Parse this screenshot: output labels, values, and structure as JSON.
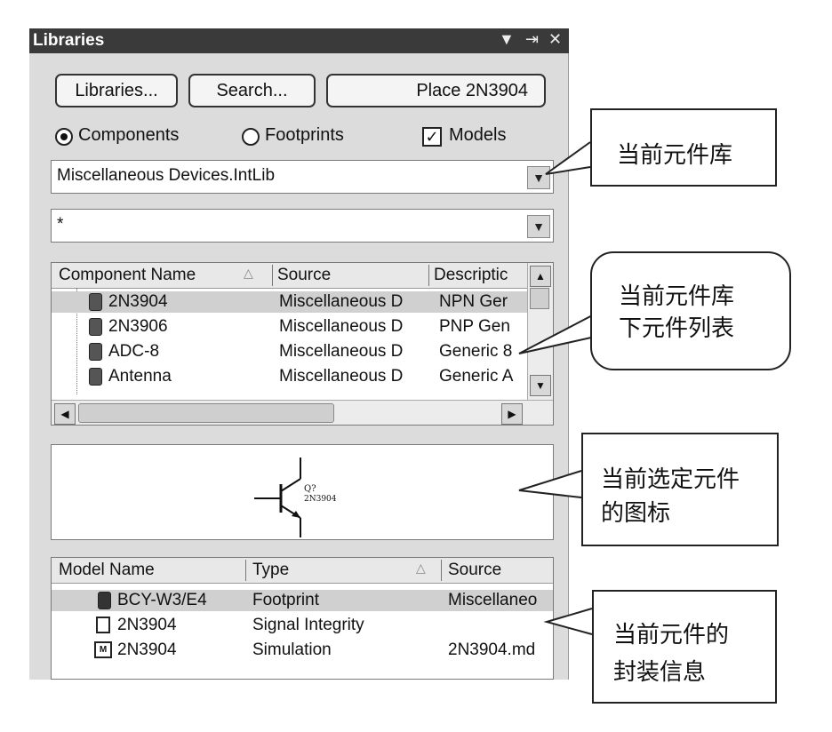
{
  "panel": {
    "title": "Libraries",
    "title_controls": [
      "▼",
      "⇥",
      "✕"
    ]
  },
  "toolbar": {
    "libraries_button": "Libraries...",
    "search_button": "Search...",
    "place_button": "Place 2N3904"
  },
  "filters": {
    "components_label": "Components",
    "footprints_label": "Footprints",
    "models_label": "Models",
    "components_selected": true,
    "models_checked": true
  },
  "library_select": {
    "value": "Miscellaneous Devices.IntLib"
  },
  "filter_select": {
    "value": "*"
  },
  "component_list": {
    "columns": [
      "Component Name",
      "Source",
      "Descriptic"
    ],
    "rows": [
      {
        "name": "2N3904",
        "source": "Miscellaneous D",
        "desc": "NPN Ger"
      },
      {
        "name": "2N3906",
        "source": "Miscellaneous D",
        "desc": "PNP Gen"
      },
      {
        "name": "ADC-8",
        "source": "Miscellaneous D",
        "desc": "Generic 8"
      },
      {
        "name": "Antenna",
        "source": "Miscellaneous D",
        "desc": "Generic A"
      }
    ]
  },
  "preview": {
    "designator": "Q?",
    "part": "2N3904"
  },
  "model_list": {
    "columns": [
      "Model Name",
      "Type",
      "Source"
    ],
    "rows": [
      {
        "name": "BCY-W3/E4",
        "type": "Footprint",
        "source": "Miscellaneo"
      },
      {
        "name": "2N3904",
        "type": "Signal Integrity",
        "source": ""
      },
      {
        "name": "2N3904",
        "type": "Simulation",
        "source": "2N3904.md"
      }
    ]
  },
  "callouts": {
    "library": "当前元件库",
    "list_line1": "当前元件库",
    "list_line2": "下元件列表",
    "symbol_line1": "当前选定元件",
    "symbol_line2": "的图标",
    "model_line1": "当前元件的",
    "model_line2": "封装信息"
  }
}
